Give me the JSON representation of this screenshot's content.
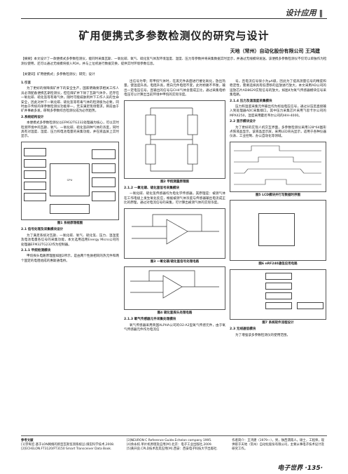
{
  "header": {
    "section": "设计应用"
  },
  "paper": {
    "title": "矿用便携式多参数检测仪的研究与设计",
    "author": "天地（常州）自动化股份有限公司  王鸿建",
    "abstract": "【摘要】本文设计了一款便携式多参数检测仪，能同时采集瓦斯、一氧化碳、氧气、硫化氢气体及环境温度、湿度、压力等参数并将采集数据实时显示，并通过无线模块发送。该便携多参数检测仪不仅可以单独作为检测仪使用，还可以通过无线模块接入PDA，并与上位机进行数据交换，提供实时环境参数信息。",
    "keywords": "【关键词】矿用便携式；多参数检测仪；研究；设计"
  },
  "col1": {
    "h1": "1.引言",
    "p1": "为了更好的保障煤矿井下的安全生产，国家明确要求相关工作人员必须配备便携瓦斯检测仪，但在煤矿井下除了瓦斯气体外，还存在一氧化碳、硫化氢等有毒气体，随时可能威胁到井下工作人员的生命安全，因此对井下一氧化碳、硫化氢等有毒气体的检测极为必要。同时由于传统的单参数检测仪功能单一，无法满足现场需求。目前由于矿井事故多发，研制多参数综合检测仪成为必然趋势。",
    "h2": "2.系统结构设计",
    "p2": "本便携式多参数检测仪以EFM32TG232处理器为核心，可以实时检测环境中的瓦斯、氧气、一氧化碳、硫化氢四种气体的浓度，同时具有对温度、湿度、压力和电池电量的采集功能，并在液晶屏上实时显示。",
    "fig1_caption": "图1  系统原理框图",
    "h21": "2.1 信号处理及采集模块设计",
    "p3": "为了满足系统对瓦斯、一氧化碳、氧气、硫化氢、压力、温湿度及电池电量各信号的采集功能，本文选用选用Energy Micro公司的处理器EFM32TG232作为控制器。",
    "h211": "2.1.1 甲烷检测模块",
    "p4": "甲烷探头电路原理图如图2所示，是由两个性质相同的热元件和两个固定的电阻组成的惠斯通电桥。"
  },
  "col2": {
    "p1": "出信号为零；有甲烷气体时，在黑元件表面进行催化氧化，放出热量，使温度升高，电阻升高，而白元件电阻不变，此时桥路不平衡，输出一定电压信号，且输出的信号与CH4气体含量成正比，通过采集电桥电压可以计算出当前环境中甲烷的实际浓度。",
    "fig2_caption": "图2  甲烷测量原理图",
    "h212": "2.1.2 一氧化碳、硫化氢信号采集模块",
    "p2": "一氧化碳、硫化氢传感器均为电化学传感器，其原理是：被测气体在工作电极上发生氧化反应，根据被测气体浓度与传感器输出电流成正比的原理，通过对电流信号的采集，可计算出被测气体的实际浓度。",
    "fig3_caption": "图3  一氧化碳/硫化氢信号处理电路",
    "fig4_caption": "图4  硫化氢探头处理电路",
    "h213": "2.1.3 氧气传感器元件采集处理模块",
    "p3": "氧气传感器采用英国ALPHA公司的O2-A2型氧气传感元件，由于氧气传感器元件作为电流信"
  },
  "col3": {
    "p1": "号，且电流信号很小为μA级，因此为了提高测量信号的精度和稳定性，需要选择具有低漂移的运放进行放大，本文采用AD公司的运放芯片AD8629实现信号的放大。如图4为氧气传感器模块信号采集电路。",
    "h214": "2.1.4 压力及温湿度采集模块",
    "p2": "压力和温度采集元件输出均为标准电压信号，通过分压后直接输入到处理器ADC采集端口。其中压力采集芯片采用飞思卡尔公司的MPX4250，湿度采用霍尼韦尔公司的HIH-4000。",
    "h22": "2.2 显示模块设计",
    "p3": "为了更好的实现人机交互界面，多参数检测仪采用128*64图形点阵液晶显示，该液晶显示屏，采用LED背光显示，适用于各种仪器仪表、工业控制、办公自动化等领域。",
    "fig5_caption": "图5  LCD模块并行写数据时序图",
    "fig6_caption": "图6  nRF240通信应用电路",
    "fig7_caption": "图7  系统软件流程设计",
    "h23": "2.3 无线通信模块",
    "p4": "为了增强该多参数检测仪的使用范围，"
  },
  "references": {
    "label": "参考文献",
    "items": [
      "[1]李宥宏.基于LON网络的新型瓦斯监测系统[J].煤炭科学技术,2008.",
      "[2]ECHELON.FT3120/FT3150 Smart Transceiver Data Book.",
      "[3]NEURON C Reference Guide.Echelon company 1995.",
      "[4]余永权.单片机原理及应用[M].北京：电子工业出版社,2009.",
      "[5]黄开良.CPLD技术及其应用[M].西安：西安电子科技大学出版社."
    ],
    "author_note": "作者简介：王鸿建（1979—），男，陕西渭南人，硕士，工程师，现供职于天地（常州）自动化股份有限公司，主要从事电子技术设计及研究工作。"
  },
  "footer": {
    "journal": "电子世界",
    "page": "·135·"
  }
}
